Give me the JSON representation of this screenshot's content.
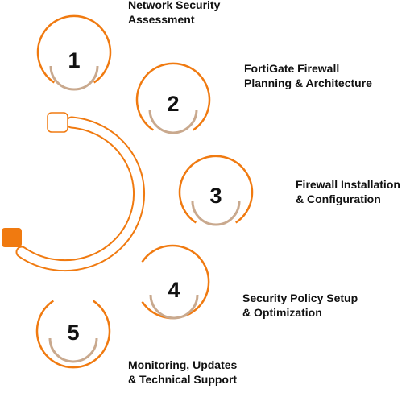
{
  "colors": {
    "accent": "#F07A10",
    "inner_arc": "#C9A98E",
    "text": "#111111",
    "background": "#FFFFFF"
  },
  "steps": [
    {
      "number": "1",
      "label_lines": [
        "Network Security",
        "Assessment"
      ]
    },
    {
      "number": "2",
      "label_lines": [
        "FortiGate Firewall",
        "Planning & Architecture"
      ]
    },
    {
      "number": "3",
      "label_lines": [
        "Firewall Installation",
        "& Configuration"
      ]
    },
    {
      "number": "4",
      "label_lines": [
        "Security Policy Setup",
        "& Optimization"
      ]
    },
    {
      "number": "5",
      "label_lines": [
        "Monitoring, Updates",
        "& Technical Support"
      ]
    }
  ]
}
